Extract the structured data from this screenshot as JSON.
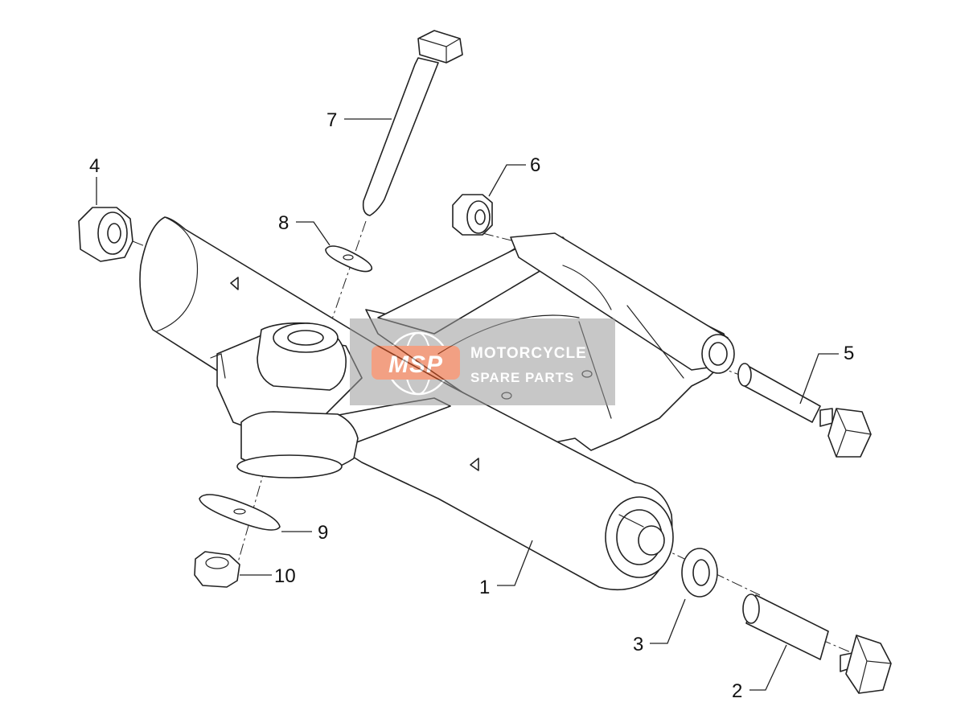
{
  "callouts": [
    {
      "id": "1",
      "label": "1"
    },
    {
      "id": "2",
      "label": "2"
    },
    {
      "id": "3",
      "label": "3"
    },
    {
      "id": "4",
      "label": "4"
    },
    {
      "id": "5",
      "label": "5"
    },
    {
      "id": "6",
      "label": "6"
    },
    {
      "id": "7",
      "label": "7"
    },
    {
      "id": "8",
      "label": "8"
    },
    {
      "id": "9",
      "label": "9"
    },
    {
      "id": "10",
      "label": "10"
    }
  ],
  "watermark": {
    "logo": "MSP",
    "line1": "MOTORCYCLE",
    "line2": "SPARE PARTS",
    "logo_color": "#e8541e",
    "badge_color": "#9a9a9a"
  }
}
